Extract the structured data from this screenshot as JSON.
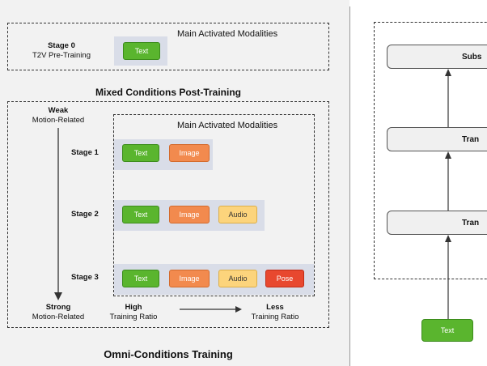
{
  "stage0": {
    "modalities_label": "Main Activated Modalities",
    "title": "Stage 0",
    "subtitle": "T2V Pre-Training",
    "chip": "Text"
  },
  "post_training_title": "Mixed Conditions Post-Training",
  "weak": {
    "title": "Weak",
    "subtitle": "Motion-Related"
  },
  "strong": {
    "title": "Strong",
    "subtitle": "Motion-Related"
  },
  "modalities_label": "Main Activated Modalities",
  "stages": [
    {
      "label": "Stage 1",
      "chips": [
        "Text",
        "Image"
      ]
    },
    {
      "label": "Stage 2",
      "chips": [
        "Text",
        "Image",
        "Audio"
      ]
    },
    {
      "label": "Stage 3",
      "chips": [
        "Text",
        "Image",
        "Audio",
        "Pose"
      ]
    }
  ],
  "ratio": {
    "high_title": "High",
    "high_subtitle": "Training Ratio",
    "less_title": "Less",
    "less_subtitle": "Training Ratio"
  },
  "caption": "Omni-Conditions Training",
  "right_panel": {
    "box_top": "Subs",
    "box_mid": "Tran",
    "box_bottom": "Tran",
    "input_chip": "Text"
  },
  "colors": {
    "text_chip": "#5ab52e",
    "image_chip": "#f28a4e",
    "audio_chip": "#fcd47c",
    "pose_chip": "#e8482f",
    "row_bg": "#d9dde8",
    "left_panel_bg": "#f2f2f2"
  }
}
